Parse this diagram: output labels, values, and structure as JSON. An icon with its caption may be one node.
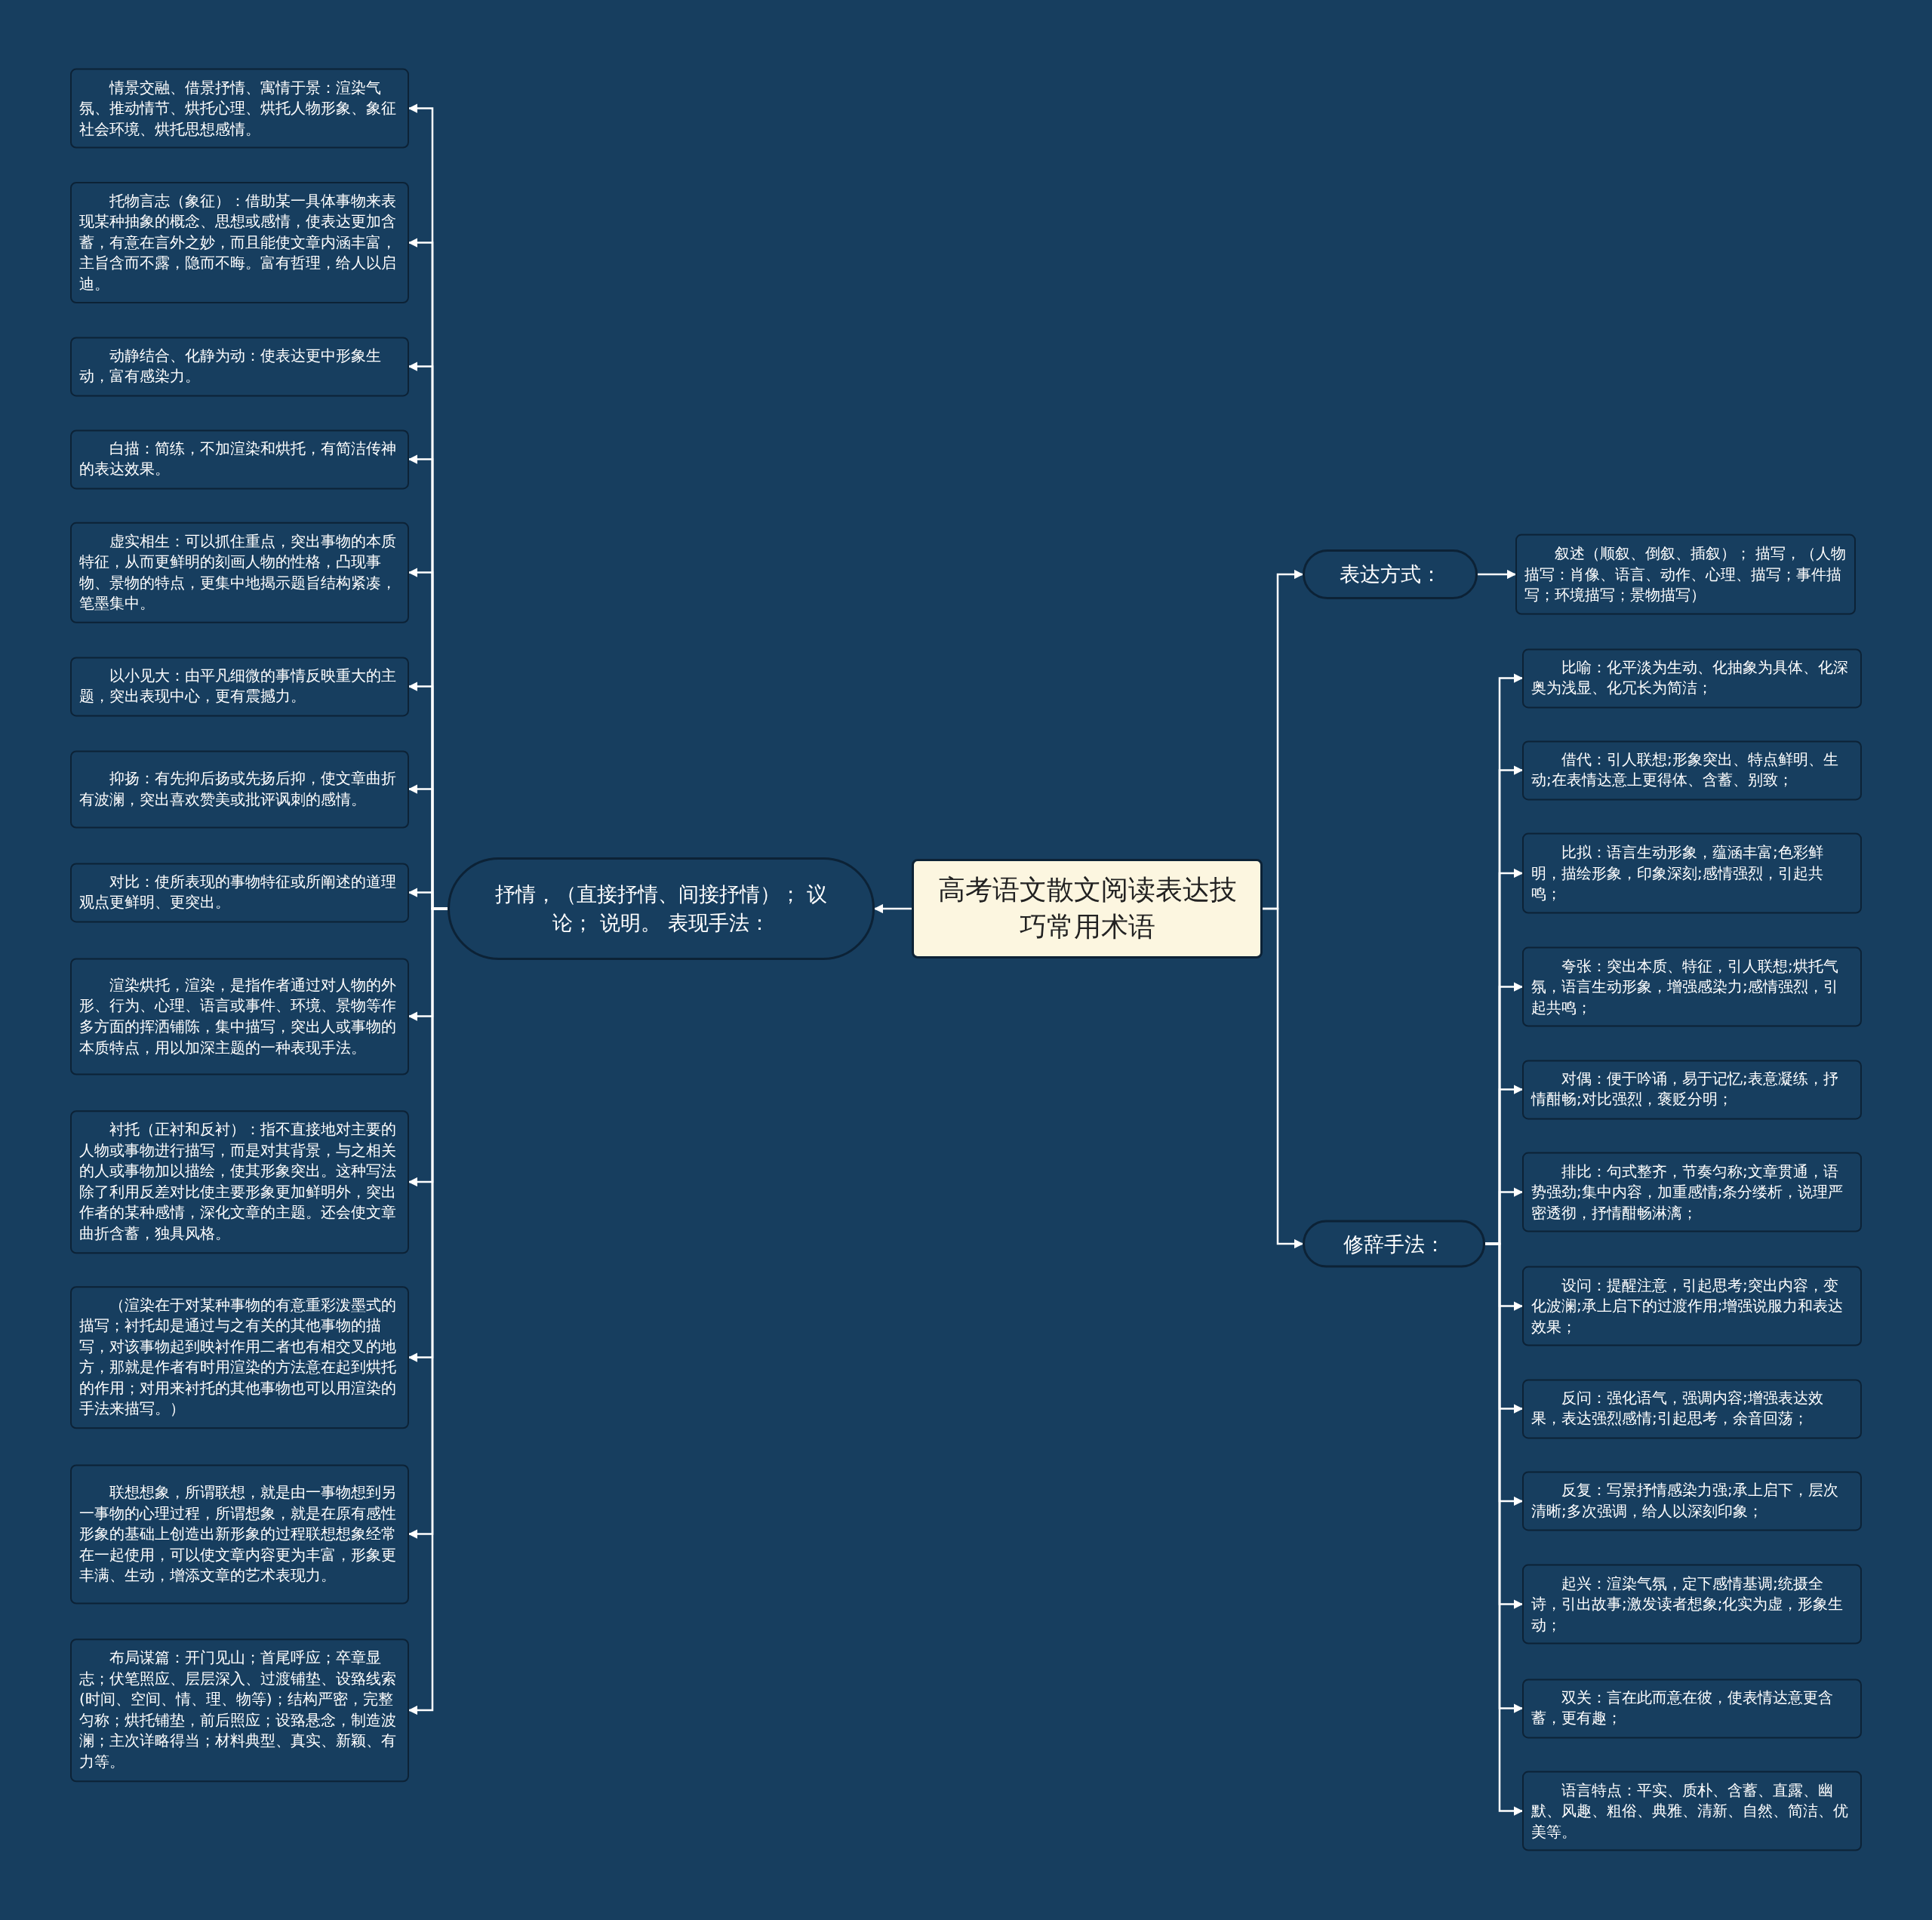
{
  "diagram": {
    "nodes": [
      {
        "text": [
          "高考语文散文阅读表达技巧常用术语"
        ]
      },
      {
        "text": [
          "抒情，（直接抒情、间接抒情）； 议论； 说明。 表现手法："
        ]
      },
      {
        "text": [
          "情景交融、借景抒情、寓情于景：渲染气氛、推动情节、烘托心理、烘托人物形象、象征社会环境、烘托思想感情。"
        ]
      },
      {
        "text": [
          "托物言志（象征）：借助某一具体事物来表现某种抽象的概念、思想或感情，使表达更加含蓄，有意在言外之妙，而且能使文章内涵丰富，主旨含而不露，隐而不晦。富有哲理，给人以启迪。"
        ]
      },
      {
        "text": [
          "动静结合、化静为动：使表达更中形象生动，富有感染力。"
        ]
      },
      {
        "text": [
          "白描：简练，不加渲染和烘托，有简洁传神的表达效果。"
        ]
      },
      {
        "text": [
          "虚实相生：可以抓住重点，突出事物的本质特征，从而更鲜明的刻画人物的性格，凸现事物、景物的特点，更集中地揭示题旨结构紧凑，笔墨集中。"
        ]
      },
      {
        "text": [
          "以小见大：由平凡细微的事情反映重大的主题，突出表现中心，更有震撼力。"
        ]
      },
      {
        "text": [
          "抑扬：有先抑后扬或先扬后抑，使文章曲折有波澜，突出喜欢赞美或批评讽刺的感情。"
        ]
      },
      {
        "text": [
          "对比：使所表现的事物特征或所阐述的道理观点更鲜明、更突出。"
        ]
      },
      {
        "text": [
          "渲染烘托，渲染，是指作者通过对人物的外形、行为、心理、语言或事件、环境、景物等作多方面的挥洒铺陈，集中描写，突出人或事物的本质特点，用以加深主题的一种表现手法。"
        ]
      },
      {
        "text": [
          "衬托（正衬和反衬）：指不直接地对主要的人物或事物进行描写，而是对其背景，与之相关的人或事物加以描绘，使其形象突出。这种写法除了利用反差对比使主要形象更加鲜明外，突出作者的某种感情，深化文章的主题。还会使文章曲折含蓄，独具风格。"
        ]
      },
      {
        "text": [
          "（渲染在于对某种事物的有意重彩泼墨式的描写；衬托却是通过与之有关的其他事物的描写，对该事物起到映衬作用二者也有相交叉的地方，那就是作者有时用渲染的方法意在起到烘托的作用；对用来衬托的其他事物也可以用渲染的手法来描写。）"
        ]
      },
      {
        "text": [
          "联想想象，所谓联想，就是由一事物想到另一事物的心理过程，所谓想象，就是在原有感性形象的基础上创造出新形象的过程联想想象经常在一起使用，可以使文章内容更为丰富，形象更丰满、生动，增添文章的艺术表现力。"
        ]
      },
      {
        "text": [
          "布局谋篇：开门见山；首尾呼应；卒章显志；伏笔照应、层层深入、过渡铺垫、设臵线索(时间、空间、情、理、物等)；结构严密，完整匀称；烘托铺垫，前后照应；设臵悬念，制造波澜；主次详略得当；材料典型、真实、新颖、有力等。"
        ]
      },
      {
        "text": [
          "表达方式："
        ]
      },
      {
        "text": [
          "叙述（顺叙、倒叙、插叙）； 描写，（人物描写：肖像、语言、动作、心理、描写；事件描写；环境描写；景物描写）"
        ]
      },
      {
        "text": [
          "修辞手法："
        ]
      },
      {
        "text": [
          "比喻：化平淡为生动、化抽象为具体、化深奥为浅显、化冗长为简洁；"
        ]
      },
      {
        "text": [
          "借代：引人联想;形象突出、特点鲜明、生动;在表情达意上更得体、含蓄、别致；"
        ]
      },
      {
        "text": [
          "比拟：语言生动形象，蕴涵丰富;色彩鲜明，描绘形象，印象深刻;感情强烈，引起共鸣；"
        ]
      },
      {
        "text": [
          "夸张：突出本质、特征，引人联想;烘托气氛，语言生动形象，增强感染力;感情强烈，引起共鸣；"
        ]
      },
      {
        "text": [
          "对偶：便于吟诵，易于记忆;表意凝练，抒情酣畅;对比强烈，褒贬分明；"
        ]
      },
      {
        "text": [
          "排比：句式整齐，节奏匀称;文章贯通，语势强劲;集中内容，加重感情;条分缕析，说理严密透彻，抒情酣畅淋漓；"
        ]
      },
      {
        "text": [
          "设问：提醒注意，引起思考;突出内容，变化波澜;承上启下的过渡作用;增强说服力和表达效果；"
        ]
      },
      {
        "text": [
          "反问：强化语气，强调内容;增强表达效果，表达强烈感情;引起思考，余音回荡；"
        ]
      },
      {
        "text": [
          "反复：写景抒情感染力强;承上启下，层次清晰;多次强调，给人以深刻印象；"
        ]
      },
      {
        "text": [
          "起兴：渲染气氛，定下感情基调;统摄全诗，引出故事;激发读者想象;化实为虚，形象生动；"
        ]
      },
      {
        "text": [
          "双关：言在此而意在彼，使表情达意更含蓄，更有趣；"
        ]
      },
      {
        "text": [
          "语言特点：平实、质朴、含蓄、直露、幽默、风趣、粗俗、典雅、清新、自然、简洁、优美等。"
        ]
      }
    ],
    "edges": [
      {
        "from": 0,
        "to": 1,
        "arrow": "to"
      },
      {
        "from": 1,
        "to": 2,
        "arrow": "to"
      },
      {
        "from": 1,
        "to": 3,
        "arrow": "to"
      },
      {
        "from": 1,
        "to": 4,
        "arrow": "to"
      },
      {
        "from": 1,
        "to": 5,
        "arrow": "to"
      },
      {
        "from": 1,
        "to": 6,
        "arrow": "to"
      },
      {
        "from": 1,
        "to": 7,
        "arrow": "to"
      },
      {
        "from": 1,
        "to": 8,
        "arrow": "to"
      },
      {
        "from": 1,
        "to": 9,
        "arrow": "to"
      },
      {
        "from": 1,
        "to": 10,
        "arrow": "to"
      },
      {
        "from": 1,
        "to": 11,
        "arrow": "to"
      },
      {
        "from": 1,
        "to": 12,
        "arrow": "to"
      },
      {
        "from": 1,
        "to": 13,
        "arrow": "to"
      },
      {
        "from": 1,
        "to": 14,
        "arrow": "to"
      },
      {
        "from": 0,
        "to": 15,
        "arrow": "to"
      },
      {
        "from": 15,
        "to": 16,
        "arrow": "to"
      },
      {
        "from": 0,
        "to": 17,
        "arrow": "to"
      },
      {
        "from": 17,
        "to": 18,
        "arrow": "to"
      },
      {
        "from": 17,
        "to": 19,
        "arrow": "to"
      },
      {
        "from": 17,
        "to": 20,
        "arrow": "to"
      },
      {
        "from": 17,
        "to": 21,
        "arrow": "to"
      },
      {
        "from": 17,
        "to": 22,
        "arrow": "to"
      },
      {
        "from": 17,
        "to": 23,
        "arrow": "to"
      },
      {
        "from": 17,
        "to": 24,
        "arrow": "to"
      },
      {
        "from": 17,
        "to": 25,
        "arrow": "to"
      },
      {
        "from": 17,
        "to": 26,
        "arrow": "to"
      },
      {
        "from": 17,
        "to": 27,
        "arrow": "to"
      },
      {
        "from": 17,
        "to": 28,
        "arrow": "to"
      },
      {
        "from": 17,
        "to": 29,
        "arrow": "to"
      }
    ]
  }
}
